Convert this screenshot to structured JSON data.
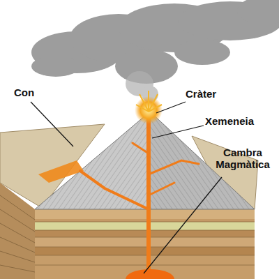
{
  "diagram": {
    "labels": [
      "Con",
      "Cràter",
      "Xemeneia",
      "Cambra Magmàtica"
    ]
  }
}
